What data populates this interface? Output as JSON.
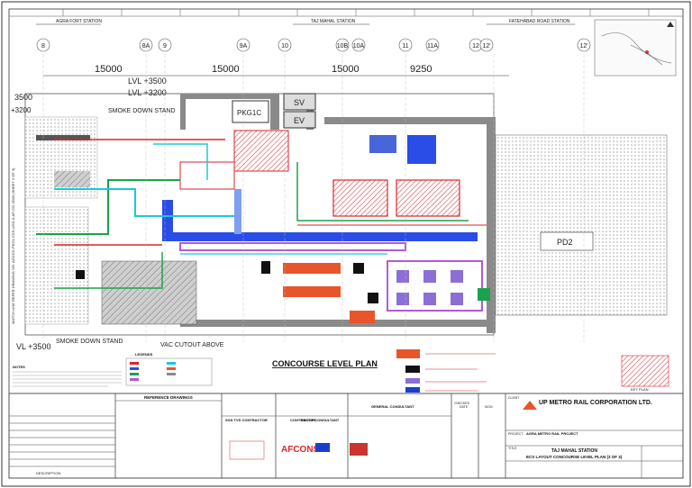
{
  "stations": {
    "left": "AGRA FORT STATION",
    "center": "TAJ MAHAL STATION",
    "right": "FATEHABAD ROAD STATION"
  },
  "grid_labels": [
    "8",
    "8A",
    "9",
    "9A",
    "10",
    "10B",
    "10A",
    "11",
    "11A",
    "12",
    "12'",
    "12'"
  ],
  "dimensions": [
    "15000",
    "15000",
    "15000",
    "9250"
  ],
  "levels": [
    "LVL +3500",
    "LVL +3200",
    "3500",
    "+3200",
    "VL +3500"
  ],
  "room_labels": {
    "smoke_down_stand_top": "SMOKE DOWN STAND",
    "smoke_down_stand_bottom": "SMOKE DOWN STAND",
    "vac_cutout": "VAC CUTOUT ABOVE",
    "pd": "PD2",
    "sv": "SV",
    "ev": "EV",
    "pkg": "PKG1C"
  },
  "side_note": "MATCH LINE REFER DRAWING NO. AGCCG-PKG1-CSS-UGG-0-AP-CG-2D03 (SHEET 2 OF 3)",
  "plan_title": "CONCOURSE LEVEL PLAN",
  "legend_title": "LEGENDS",
  "notes_title": "NOTES",
  "reference_drawings_title": "REFERENCE DRAWINGS",
  "titleblock": {
    "gc_contractor": "SGS TVS CONTRACTOR",
    "contractor": "CONTRACTOR",
    "proof_consultant": "PROOF CONSULTANT",
    "general_consultant": "GENERAL CONSULTANT",
    "checked": "CHECKED",
    "date": "DATE",
    "sign": "SIGN",
    "client_label": "CLIENT",
    "client": "UP METRO RAIL CORPORATION LTD.",
    "project_label": "PROJECT",
    "project": "AGRA METRO RAIL PROJECT",
    "title_label": "TITLE",
    "title1": "TAJ MAHAL STATION",
    "title2": "ECS LAYOUT CONCOURSE LEVEL PLAN (3 OF 3)",
    "contractor_logo": "AFCONS",
    "description": "DESCRIPTION",
    "key_plan": "KEY PLAN"
  },
  "colors": {
    "legend_orange": "#e8552a",
    "legend_black": "#111111",
    "legend_purple": "#8b6fd6",
    "legend_blue": "#1a3fd0",
    "duct_red": "#d8262c",
    "duct_blue": "#2a4de8",
    "duct_purple": "#b05ad8",
    "pipe_green": "#1aa34a",
    "pipe_cyan": "#1bc9d8",
    "hatch_grey": "#8a8a8a"
  }
}
